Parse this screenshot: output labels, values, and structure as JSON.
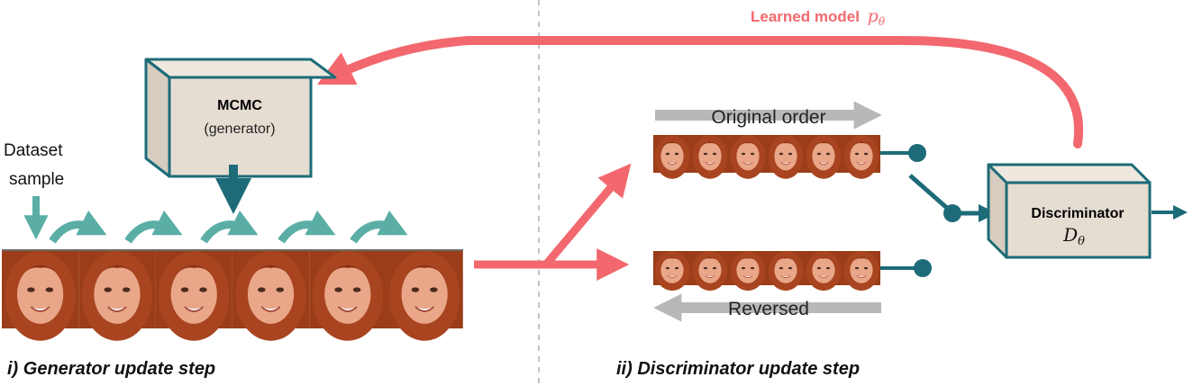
{
  "colors": {
    "teal": "#1d6b78",
    "teal_light": "#5aaea6",
    "salmon": "#f2686e",
    "gray_arrow": "#b8b8b8",
    "box_fill": "#e6ddd2",
    "box_side": "#d6ccbf",
    "box_top": "#efe8de",
    "divider": "#b0b0b0",
    "face_bg": "#b04a1c",
    "face_skin": "#e9a583",
    "face_hair": "#8c2f10"
  },
  "learned_model": {
    "label": "Learned model",
    "symbol": "p",
    "subscript": "θ"
  },
  "mcmc": {
    "title": "MCMC",
    "subtitle": "(generator)"
  },
  "dataset": {
    "line1": "Dataset",
    "line2": "sample"
  },
  "sequence_top": {
    "label": "Original order",
    "frames": 6
  },
  "sequence_bottom": {
    "label": "Reversed",
    "frames": 6
  },
  "generator_frames": 6,
  "discriminator": {
    "title": "Discriminator",
    "symbol": "D",
    "subscript": "θ"
  },
  "steps": {
    "left": "i) Generator update step",
    "right": "ii) Discriminator update step"
  },
  "icons": [
    "cube-box",
    "arrow-right",
    "face-thumbnail",
    "curved-arrow"
  ]
}
